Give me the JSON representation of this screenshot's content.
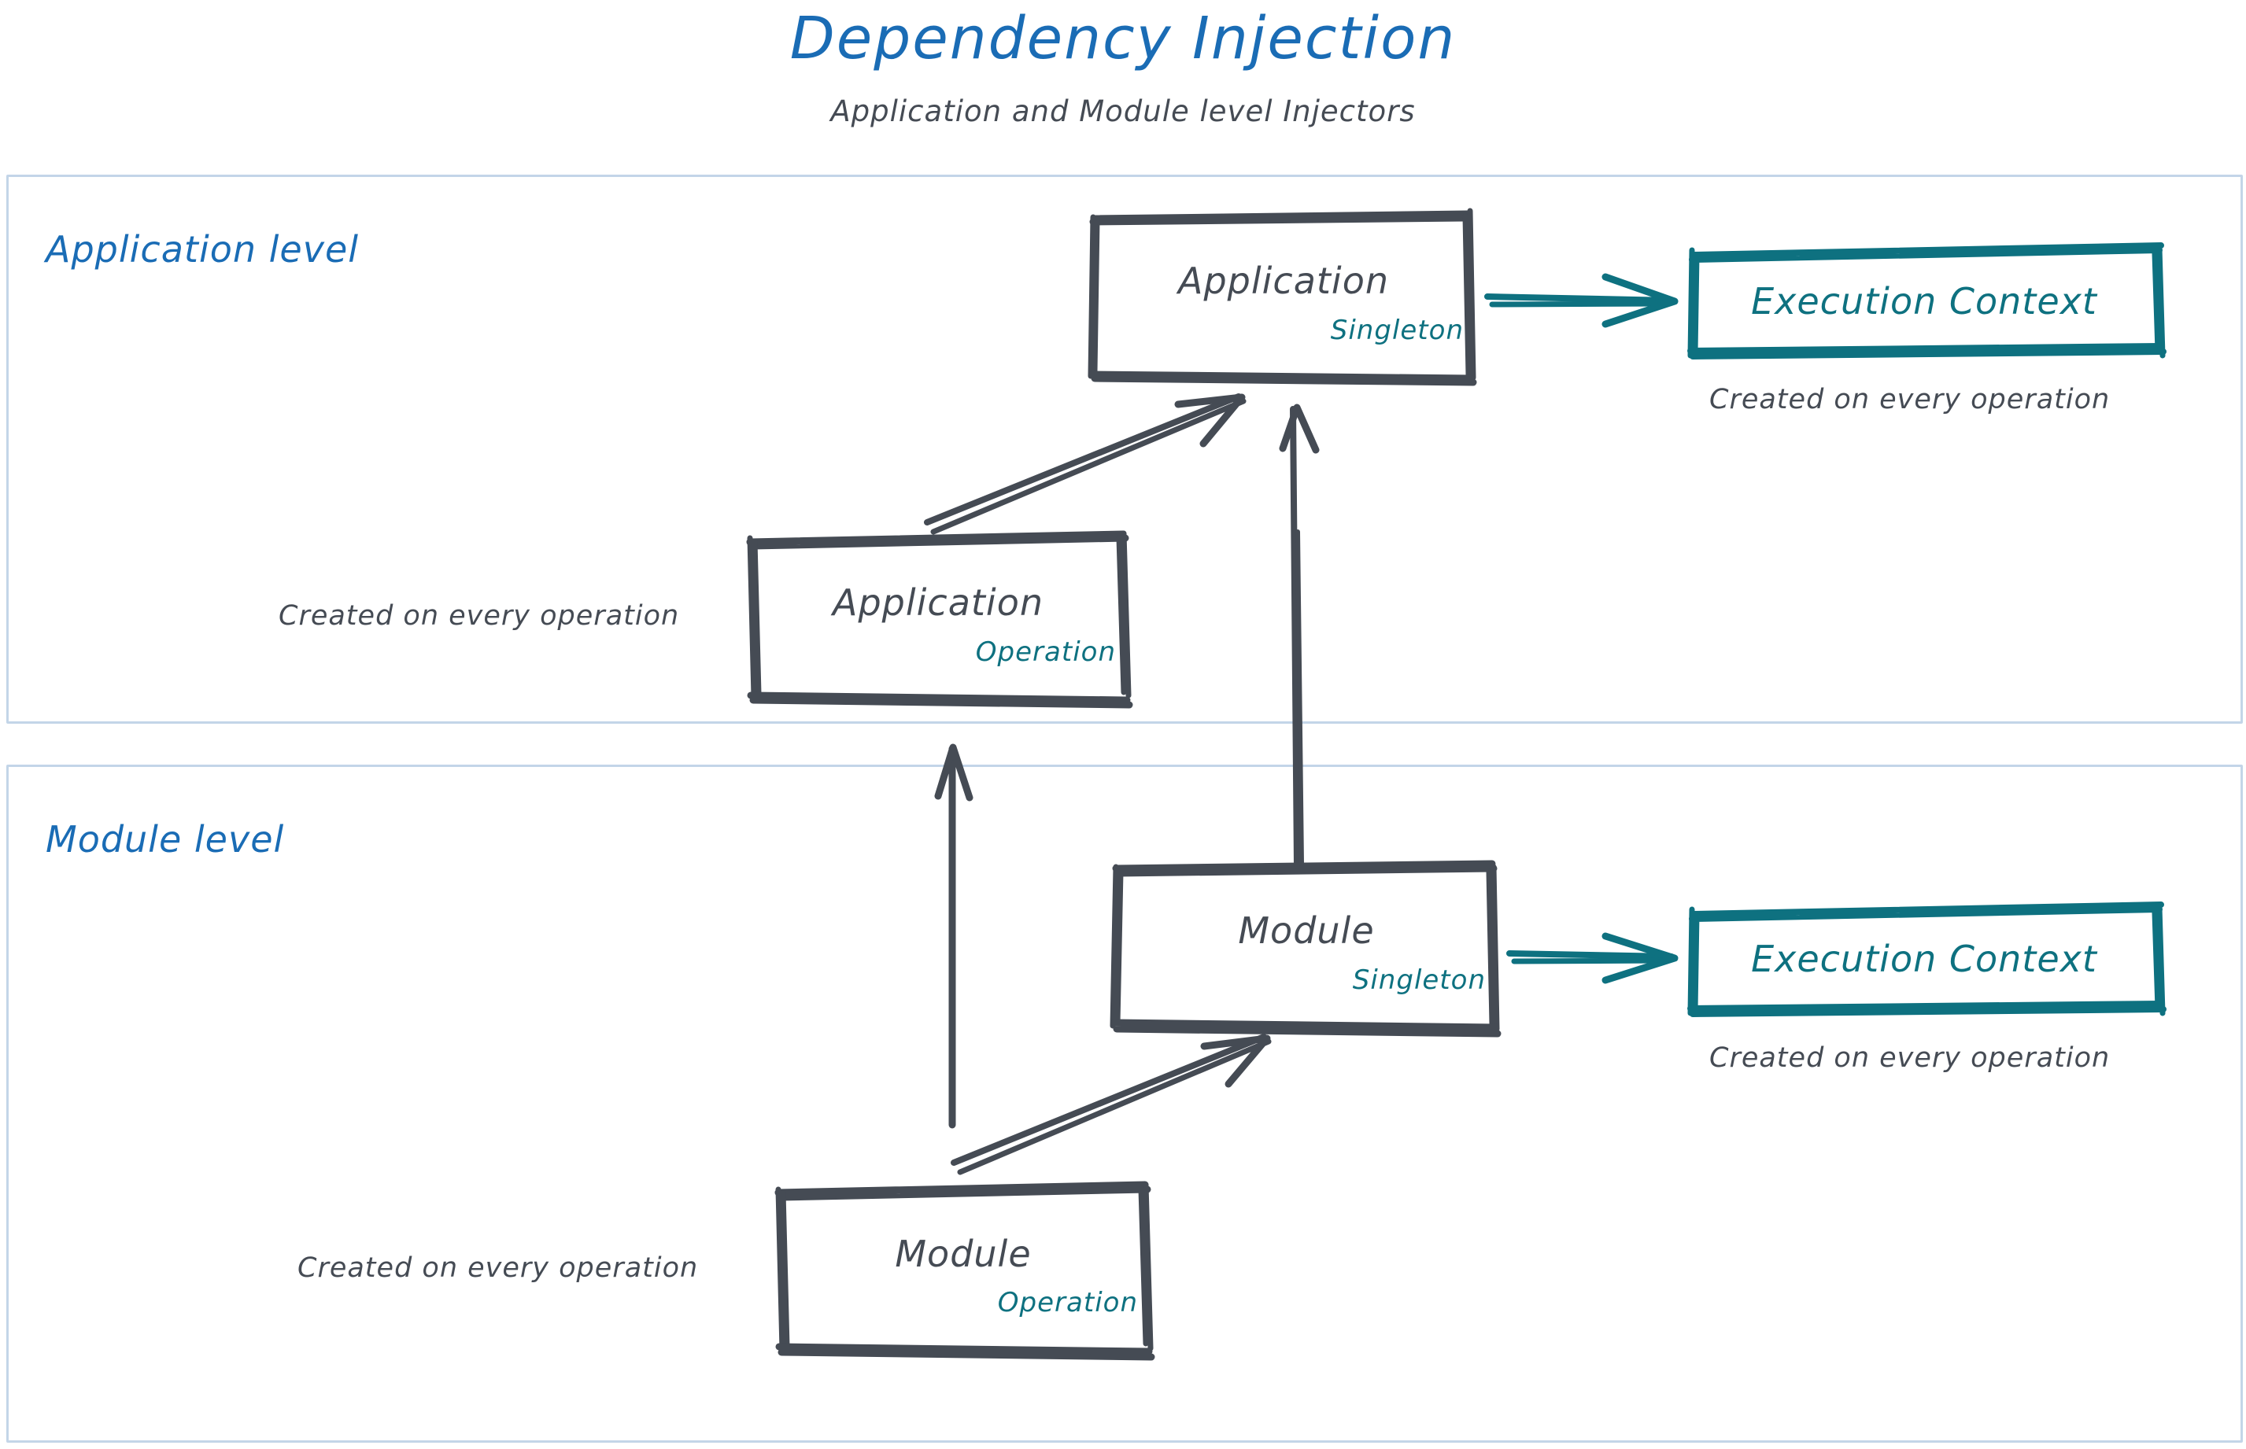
{
  "header": {
    "title": "Dependency Injection",
    "subtitle": "Application and Module level Injectors"
  },
  "colors": {
    "title_blue": "#1a6cb5",
    "lane_label_blue": "#1a6cb5",
    "node_ink": "#454b54",
    "badge_teal": "#0e7180",
    "execution_context_teal": "#0e7180",
    "lane_frame": "#c3d5e8",
    "background": "#ffffff"
  },
  "lanes": [
    {
      "id": "application-level",
      "label": "Application level",
      "nodes": [
        {
          "id": "application-singleton",
          "title": "Application",
          "badge": "Singleton",
          "style": "sketch-box-ink"
        },
        {
          "id": "application-execution-context",
          "title": "Execution Context",
          "badge": "",
          "style": "sketch-box-teal",
          "caption": "Created on every operation"
        },
        {
          "id": "application-operation",
          "title": "Application",
          "badge": "Operation",
          "style": "sketch-box-ink",
          "caption": "Created on every operation"
        }
      ]
    },
    {
      "id": "module-level",
      "label": "Module level",
      "nodes": [
        {
          "id": "module-singleton",
          "title": "Module",
          "badge": "Singleton",
          "style": "sketch-box-ink"
        },
        {
          "id": "module-execution-context",
          "title": "Execution Context",
          "badge": "",
          "style": "sketch-box-teal",
          "caption": "Created on every operation"
        },
        {
          "id": "module-operation",
          "title": "Module",
          "badge": "Operation",
          "style": "sketch-box-ink",
          "caption": "Created on every operation"
        }
      ]
    }
  ],
  "captions": {
    "app_exec_created": "Created on every operation",
    "app_operation_created": "Created on every operation",
    "module_exec_created": "Created on every operation",
    "module_operation_created": "Created on every operation"
  },
  "edges": [
    {
      "id": "app-singleton-to-exec-context",
      "from": "application-singleton",
      "to": "application-execution-context",
      "color": "#0e7180",
      "kind": "arrow-right"
    },
    {
      "id": "app-operation-to-app-singleton",
      "from": "application-operation",
      "to": "application-singleton",
      "color": "#454b54",
      "kind": "arrow-diagonal-up"
    },
    {
      "id": "module-singleton-to-app-singleton",
      "from": "module-singleton",
      "to": "application-singleton",
      "color": "#454b54",
      "kind": "arrow-up-long"
    },
    {
      "id": "module-operation-to-app-operation",
      "from": "module-operation",
      "to": "application-operation",
      "color": "#454b54",
      "kind": "arrow-up-long"
    },
    {
      "id": "module-operation-to-module-singleton",
      "from": "module-operation",
      "to": "module-singleton",
      "color": "#454b54",
      "kind": "arrow-diagonal-up"
    },
    {
      "id": "module-singleton-to-exec-context",
      "from": "module-singleton",
      "to": "module-execution-context",
      "color": "#0e7180",
      "kind": "arrow-right"
    }
  ]
}
